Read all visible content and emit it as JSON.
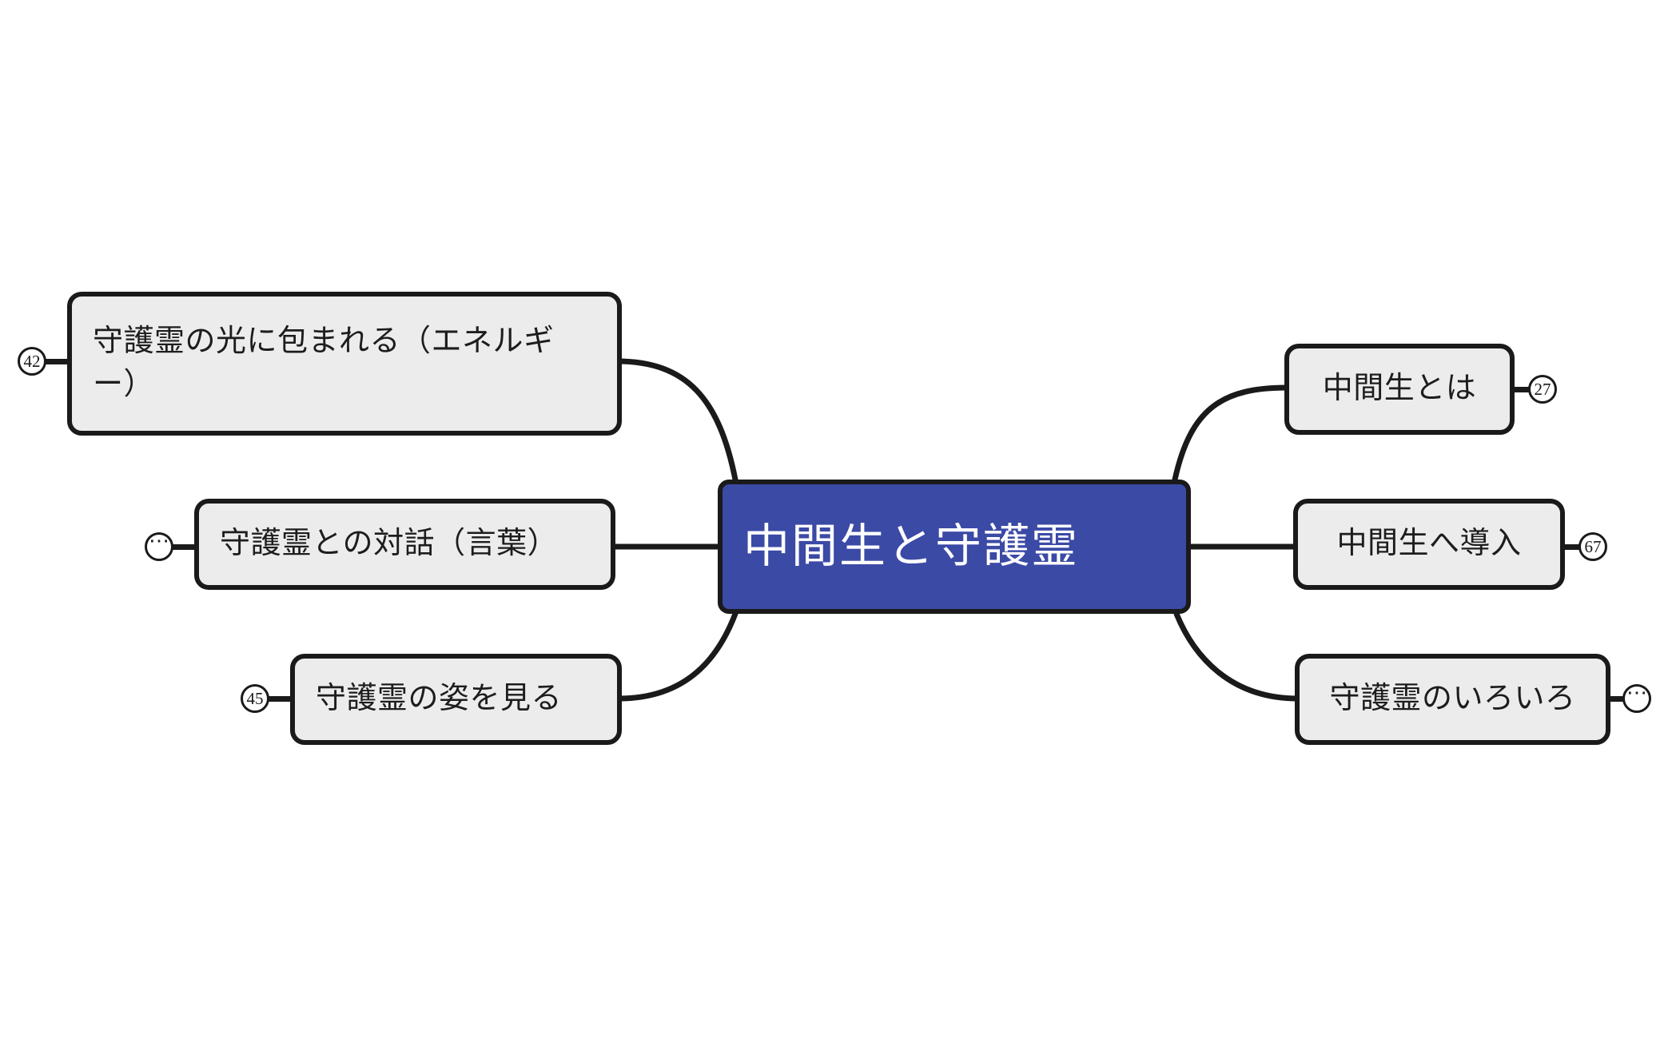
{
  "diagram": {
    "type": "mindmap",
    "title": "中間生と守護霊",
    "background_color": "#ffffff",
    "central_node": {
      "label": "中間生と守護霊",
      "fill_color": "#3b4aa5",
      "text_color": "#ffffff",
      "border_color": "#1a1a1a"
    },
    "node_style": {
      "fill_color": "#ececec",
      "text_color": "#1d1d1d",
      "border_color": "#1a1a1a"
    },
    "left_branches": [
      {
        "label": "守護霊の光に包まれる（エネルギー）",
        "badge": "42",
        "badge_type": "count"
      },
      {
        "label": "守護霊との対話（言葉）",
        "badge": "⋯",
        "badge_type": "ellipsis"
      },
      {
        "label": "守護霊の姿を見る",
        "badge": "45",
        "badge_type": "count"
      }
    ],
    "right_branches": [
      {
        "label": "中間生とは",
        "badge": "27",
        "badge_type": "count"
      },
      {
        "label": "中間生へ導入",
        "badge": "67",
        "badge_type": "count"
      },
      {
        "label": "守護霊のいろいろ",
        "badge": "⋯",
        "badge_type": "ellipsis"
      }
    ]
  }
}
